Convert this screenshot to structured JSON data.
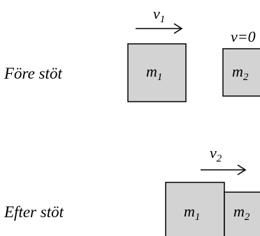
{
  "before": {
    "label": "Före stöt",
    "v1": {
      "letter": "v",
      "sub": "1"
    },
    "v_right": "v=0",
    "m1": {
      "letter": "m",
      "sub": "1"
    },
    "m2": {
      "letter": "m",
      "sub": "2"
    }
  },
  "after": {
    "label": "Efter stöt",
    "v2": {
      "letter": "v",
      "sub": "2"
    },
    "m1": {
      "letter": "m",
      "sub": "1"
    },
    "m2": {
      "letter": "m",
      "sub": "2"
    }
  },
  "colors": {
    "box_fill": "#d3d3d3",
    "stroke": "#000000"
  }
}
